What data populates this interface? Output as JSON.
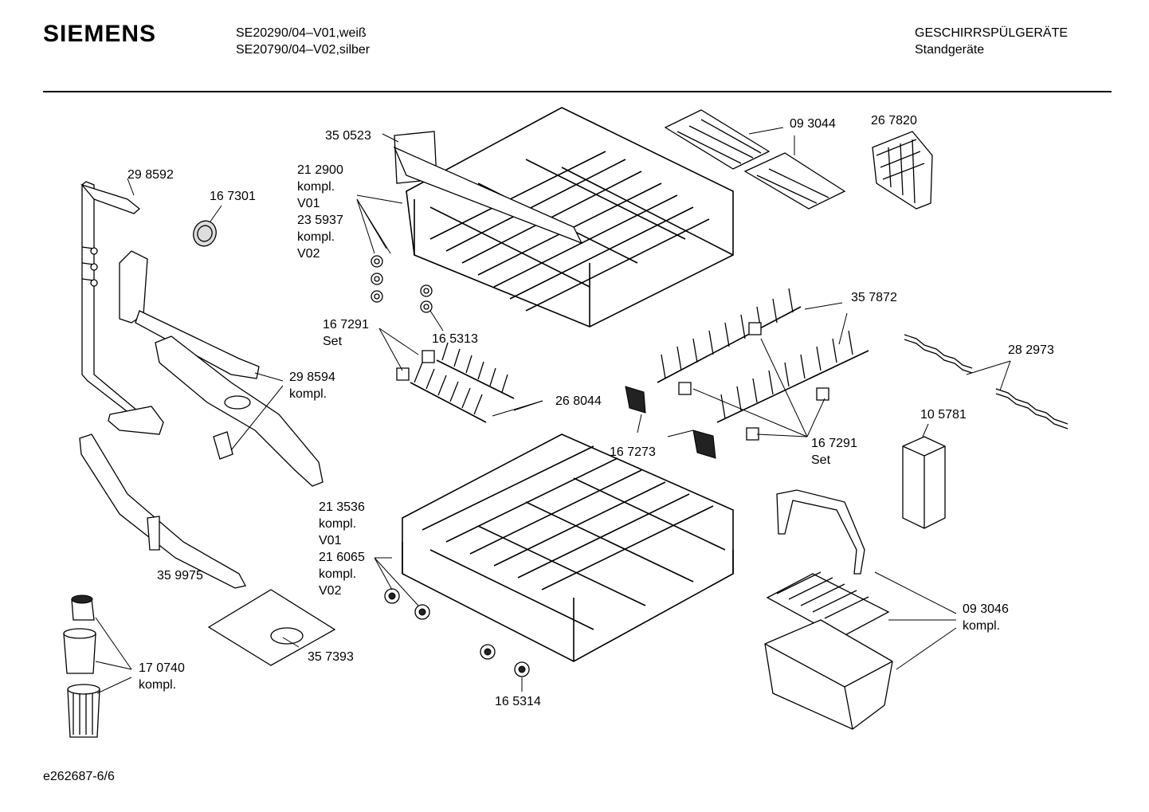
{
  "header": {
    "brand": "SIEMENS",
    "models": [
      "SE20290/04–V01,weiß",
      "SE20790/04–V02,silber"
    ],
    "category": "GESCHIRRSPÜLGERÄTE",
    "subcategory": "Standgeräte"
  },
  "labels": {
    "p298592": "29 8592",
    "p167301": "16 7301",
    "p350523": "35 0523",
    "p212900": [
      "21 2900",
      "kompl.",
      "V01"
    ],
    "p235937": [
      "23 5937",
      "kompl.",
      "V02"
    ],
    "p093044": "09 3044",
    "p267820": "26 7820",
    "p357872": "35 7872",
    "p167291a": [
      "16 7291",
      "Set"
    ],
    "p165313": "16 5313",
    "p298594": [
      "29 8594",
      "kompl."
    ],
    "p268044": "26 8044",
    "p282973": "28 2973",
    "p105781": "10 5781",
    "p167273": "16 7273",
    "p167291b": [
      "16 7291",
      "Set"
    ],
    "p359975": "35 9975",
    "p213536": [
      "21 3536",
      "kompl.",
      "V01"
    ],
    "p216065": [
      "21 6065",
      "kompl.",
      "V02"
    ],
    "p093046": [
      "09 3046",
      "kompl."
    ],
    "p357393": "35 7393",
    "p170740": [
      "17 0740",
      "kompl."
    ],
    "p165314": "16 5314"
  },
  "footer": {
    "code": "e262687-6/6"
  }
}
